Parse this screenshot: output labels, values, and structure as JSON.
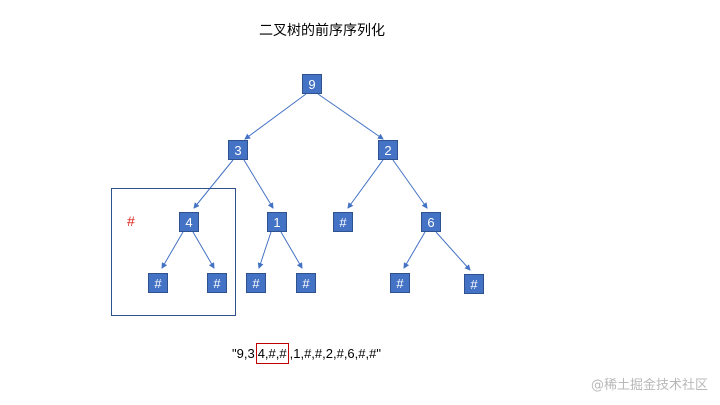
{
  "title": "二叉树的前序序列化",
  "nodes": {
    "root": "9",
    "l": "3",
    "r": "2",
    "ll": "4",
    "lr": "1",
    "rl": "#",
    "rr": "6",
    "lll": "#",
    "llr": "#",
    "lrl": "#",
    "lrr": "#",
    "rrl": "#",
    "rrr": "#"
  },
  "annotation": "#",
  "serialization": {
    "prefix": "\"9,3",
    "highlight": "4,#,#",
    "suffix": ",1,#,#,2,#,6,#,#\""
  },
  "watermark": "@稀土掘金技术社区",
  "colors": {
    "node_fill": "#4472C4",
    "edge": "#4472C4",
    "highlight_border": "#C00000",
    "annotation": "#E0201B"
  }
}
